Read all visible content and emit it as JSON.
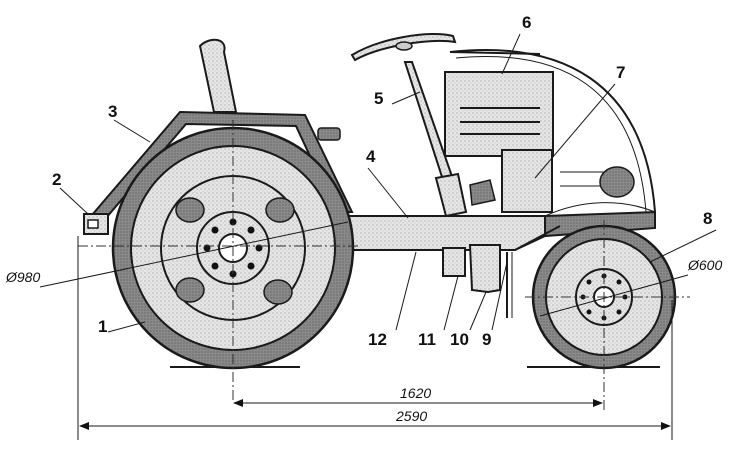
{
  "drawing": {
    "callouts": [
      "1",
      "2",
      "3",
      "4",
      "5",
      "6",
      "7",
      "8",
      "9",
      "10",
      "11",
      "12"
    ],
    "rear_wheel_diameter": "Ø980",
    "front_wheel_diameter": "Ø600",
    "wheelbase": "1620",
    "overall_length": "2590"
  }
}
